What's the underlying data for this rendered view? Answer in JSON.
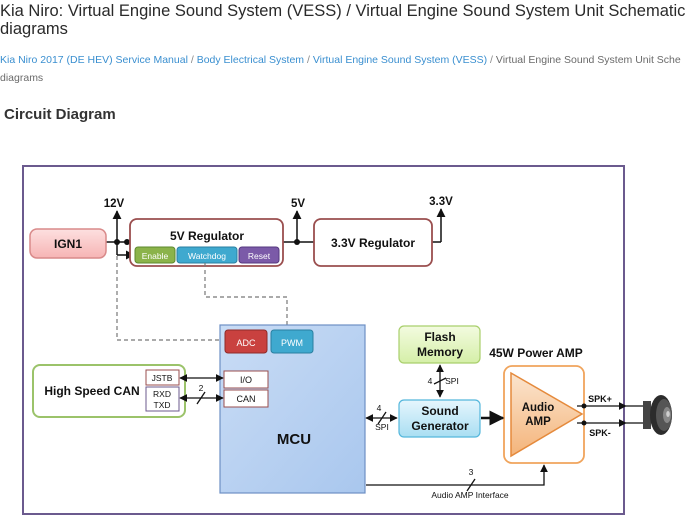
{
  "page": {
    "title": "Kia Niro: Virtual Engine Sound System (VESS) / Virtual Engine Sound System Unit Schematic diagrams",
    "title_line1": "Kia Niro: Virtual Engine Sound System (VESS) / Virtual Engine Sound System Unit Schematic",
    "title_line2": "diagrams"
  },
  "breadcrumb": {
    "items": [
      "Kia Niro 2017 (DE HEV) Service Manual",
      "Body Electrical System",
      "Virtual Engine Sound System (VESS)"
    ],
    "separator": " / ",
    "current": "Virtual Engine Sound System Unit Schematic diagrams",
    "current_line1": "Virtual Engine Sound System Unit Sche",
    "current_line2": "diagrams"
  },
  "section": {
    "title": "Circuit Diagram"
  },
  "diagram": {
    "v12": "12V",
    "v5": "5V",
    "v33": "3.3V",
    "ign": "IGN1",
    "regulator5": "5V Regulator",
    "enable": "Enable",
    "watchdog": "Watchdog",
    "reset": "Reset",
    "regulator33": "3.3V Regulator",
    "can": "High Speed CAN",
    "jstb": "JSTB",
    "rxd": "RXD",
    "txd": "TXD",
    "adc": "ADC",
    "pwm": "PWM",
    "io": "I/O",
    "can_pin": "CAN",
    "mcu": "MCU",
    "flash_line1": "Flash",
    "flash_line2": "Memory",
    "spi": "SPI",
    "spi_bits": "4",
    "spi_mcu": "SPI",
    "spi_mcu_bits": "4",
    "can_bits": "2",
    "sound_line1": "Sound",
    "sound_line2": "Generator",
    "amp_title": "45W Power AMP",
    "audio_line1": "Audio",
    "audio_line2": "AMP",
    "spk_plus": "SPK+",
    "spk_minus": "SPK-",
    "interface_bits": "3",
    "interface": "Audio AMP Interface"
  }
}
